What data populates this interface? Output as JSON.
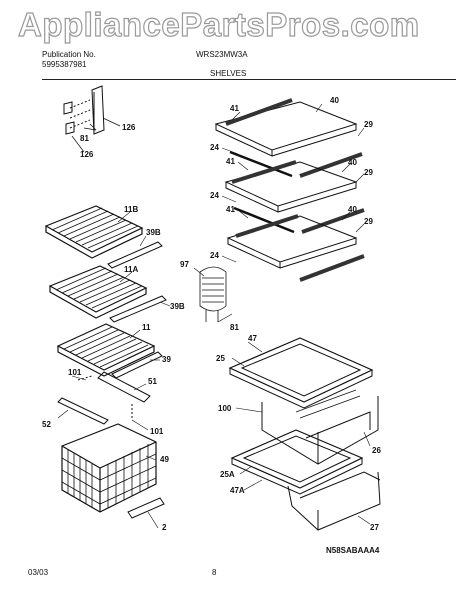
{
  "watermark": "AppliancePartsPros.com",
  "header": {
    "publication_label": "Publication No.",
    "publication_number": "5995387981",
    "model": "WRS23MW3A",
    "section": "SHELVES"
  },
  "footer": {
    "date": "03/03",
    "page": "8",
    "figure_code": "N58SABAAA4"
  },
  "callouts": [
    {
      "id": "126a",
      "text": "126"
    },
    {
      "id": "81a",
      "text": "81"
    },
    {
      "id": "126b",
      "text": "126"
    },
    {
      "id": "41a",
      "text": "41"
    },
    {
      "id": "40a",
      "text": "40"
    },
    {
      "id": "29a",
      "text": "29"
    },
    {
      "id": "24a",
      "text": "24"
    },
    {
      "id": "41b",
      "text": "41"
    },
    {
      "id": "40b",
      "text": "40"
    },
    {
      "id": "29b",
      "text": "29"
    },
    {
      "id": "24b",
      "text": "24"
    },
    {
      "id": "41c",
      "text": "41"
    },
    {
      "id": "40c",
      "text": "40"
    },
    {
      "id": "29c",
      "text": "29"
    },
    {
      "id": "24c",
      "text": "24"
    },
    {
      "id": "11B",
      "text": "11B"
    },
    {
      "id": "39Ba",
      "text": "39B"
    },
    {
      "id": "11A",
      "text": "11A"
    },
    {
      "id": "39Bb",
      "text": "39B"
    },
    {
      "id": "97",
      "text": "97"
    },
    {
      "id": "81b",
      "text": "81"
    },
    {
      "id": "11",
      "text": "11"
    },
    {
      "id": "39",
      "text": "39"
    },
    {
      "id": "101a",
      "text": "101"
    },
    {
      "id": "51",
      "text": "51"
    },
    {
      "id": "52",
      "text": "52"
    },
    {
      "id": "101b",
      "text": "101"
    },
    {
      "id": "49",
      "text": "49"
    },
    {
      "id": "2",
      "text": "2"
    },
    {
      "id": "47",
      "text": "47"
    },
    {
      "id": "25",
      "text": "25"
    },
    {
      "id": "100",
      "text": "100"
    },
    {
      "id": "26",
      "text": "26"
    },
    {
      "id": "25A",
      "text": "25A"
    },
    {
      "id": "47A",
      "text": "47A"
    },
    {
      "id": "27",
      "text": "27"
    }
  ]
}
